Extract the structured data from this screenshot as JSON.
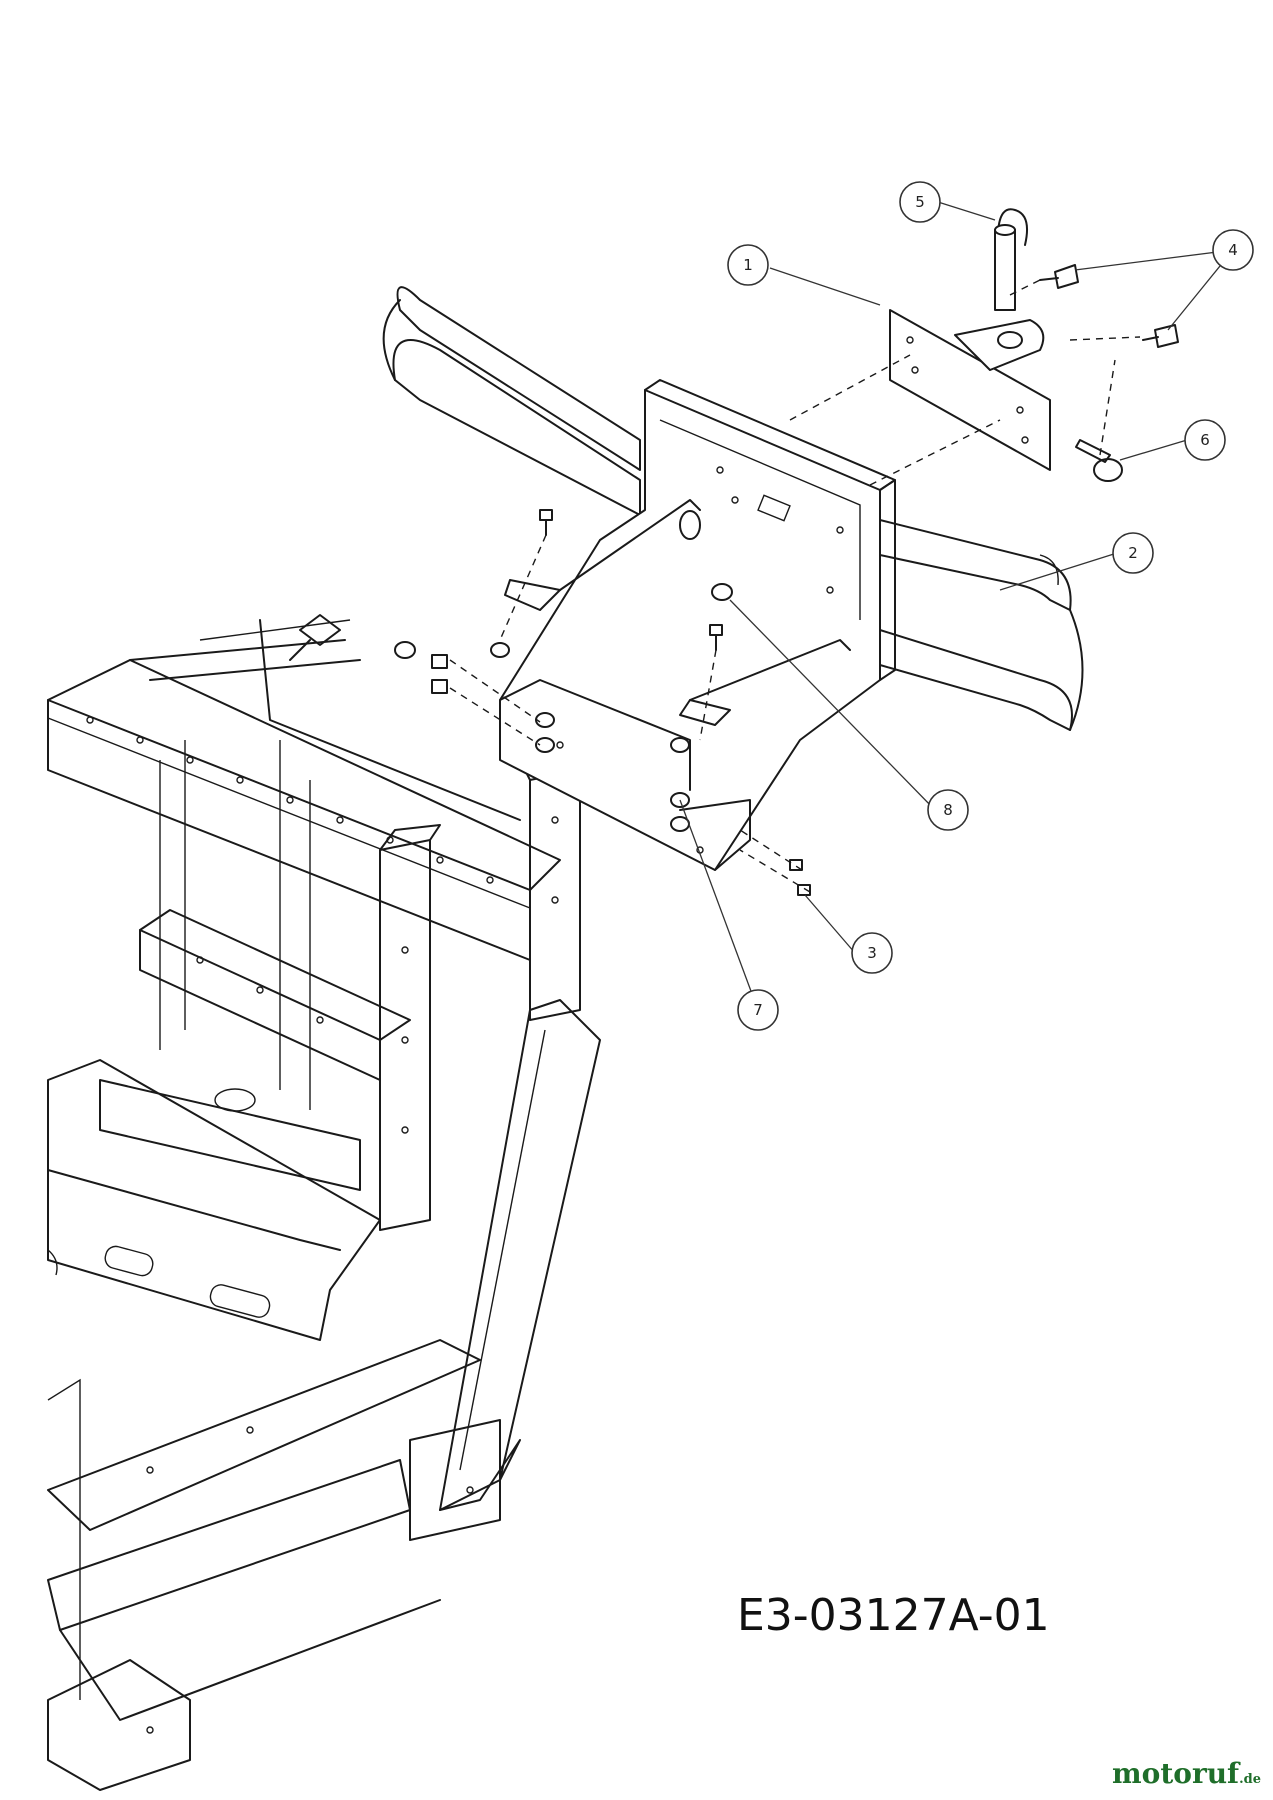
{
  "diagram": {
    "drawing_code": "E3-03127A-01",
    "callouts": [
      "1",
      "2",
      "3",
      "4",
      "5",
      "6",
      "7",
      "8"
    ]
  },
  "watermark": {
    "brand": "motoruf",
    "tld": ".de"
  }
}
